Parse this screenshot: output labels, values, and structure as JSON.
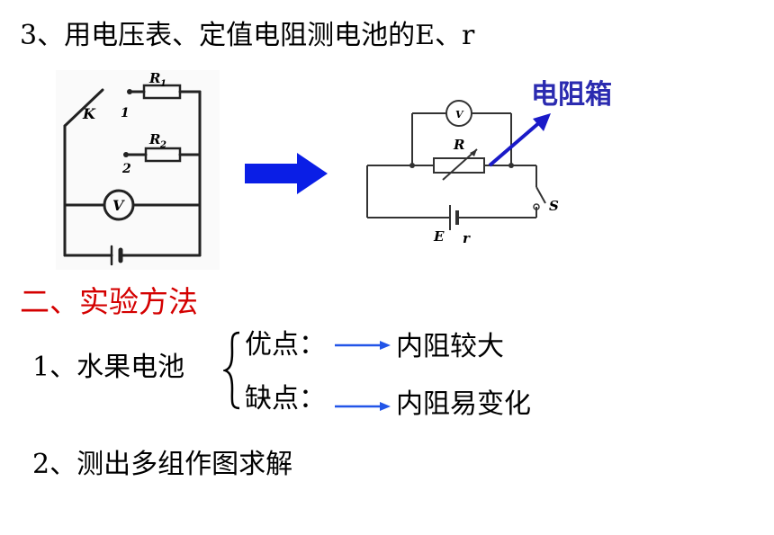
{
  "title": "3、用电压表、定值电阻测电池的E、r",
  "resistance_box_label": "电阻箱",
  "left_circuit": {
    "switch": "K",
    "pos1": "1",
    "pos2": "2",
    "r1": "R",
    "r1_sub": "1",
    "r2": "R",
    "r2_sub": "2",
    "voltmeter": "V"
  },
  "right_circuit": {
    "voltmeter": "V",
    "resistor": "R",
    "switch": "S",
    "emf": "E",
    "internal": "r"
  },
  "section_title": "二、实验方法",
  "item1": {
    "label": "1、水果电池",
    "pro_label": "优点：",
    "pro_value": "内阻较大",
    "con_label": "缺点：",
    "con_value": "内阻易变化"
  },
  "item2": "2、测出多组作图求解",
  "colors": {
    "section": "#d40000",
    "resistance_box": "#2b2bb0",
    "arrow_blue": "#0a1ee6"
  }
}
